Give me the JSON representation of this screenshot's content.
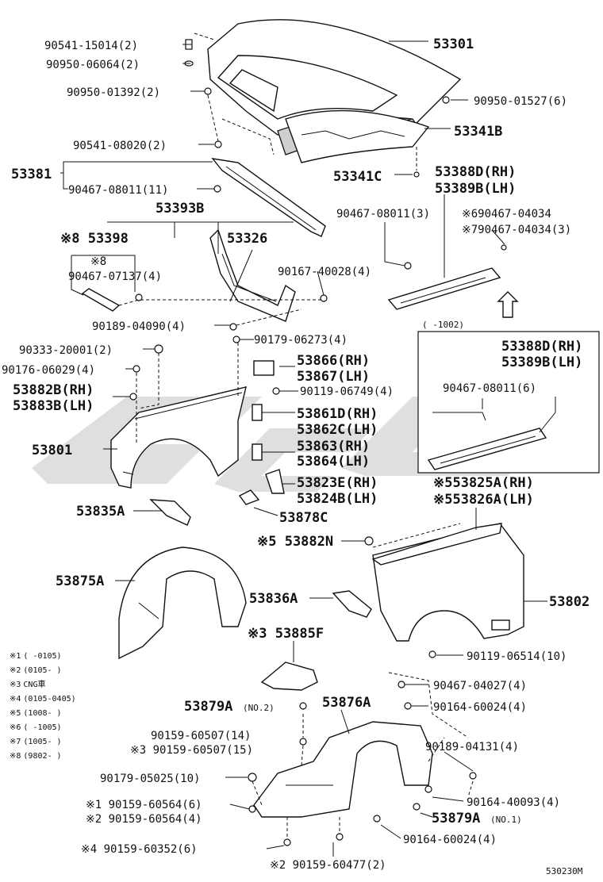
{
  "diagram": {
    "figure_code": "530230M",
    "callouts": [
      {
        "id": "c01",
        "text": "90541-15014(2)"
      },
      {
        "id": "c02",
        "text": "90950-06064(2)"
      },
      {
        "id": "c03",
        "text": "90950-01392(2)"
      },
      {
        "id": "c04",
        "text": "53301"
      },
      {
        "id": "c05",
        "text": "90950-01527(6)"
      },
      {
        "id": "c06",
        "text": "53341B"
      },
      {
        "id": "c07",
        "text": "90541-08020(2)"
      },
      {
        "id": "c08",
        "text": "53381"
      },
      {
        "id": "c09",
        "text": "90467-08011(11)"
      },
      {
        "id": "c10",
        "text": "53341C"
      },
      {
        "id": "c11",
        "text": "53388D(RH)"
      },
      {
        "id": "c12",
        "text": "53389B(LH)"
      },
      {
        "id": "c13",
        "text": "53393B"
      },
      {
        "id": "c14",
        "text": "90467-08011(3)"
      },
      {
        "id": "c15",
        "text": "※690467-04034"
      },
      {
        "id": "c16",
        "text": "※790467-04034(3)"
      },
      {
        "id": "c17",
        "text": "※8 53398"
      },
      {
        "id": "c18",
        "text": "53326"
      },
      {
        "id": "c19",
        "text": "※8"
      },
      {
        "id": "c20",
        "text": "90467-07137(4)"
      },
      {
        "id": "c21",
        "text": "90167-40028(4)"
      },
      {
        "id": "c22",
        "text": "90189-04090(4)"
      },
      {
        "id": "c23",
        "text": "90179-06273(4)"
      },
      {
        "id": "c24",
        "text": "90333-20001(2)"
      },
      {
        "id": "c25",
        "text": "90176-06029(4)"
      },
      {
        "id": "c26",
        "text": "53866(RH)"
      },
      {
        "id": "c27",
        "text": "53867(LH)"
      },
      {
        "id": "c28",
        "text": "53882B(RH)"
      },
      {
        "id": "c29",
        "text": "53883B(LH)"
      },
      {
        "id": "c30",
        "text": "90119-06749(4)"
      },
      {
        "id": "c31",
        "text": "53861D(RH)"
      },
      {
        "id": "c32",
        "text": "53862C(LH)"
      },
      {
        "id": "c33",
        "text": "53801"
      },
      {
        "id": "c34",
        "text": "53863(RH)"
      },
      {
        "id": "c35",
        "text": "53864(LH)"
      },
      {
        "id": "c36",
        "text": "53823E(RH)"
      },
      {
        "id": "c37",
        "text": "53824B(LH)"
      },
      {
        "id": "c38",
        "text": "53835A"
      },
      {
        "id": "c39",
        "text": "53878C"
      },
      {
        "id": "c40",
        "text": "※553825A(RH)"
      },
      {
        "id": "c41",
        "text": "※553826A(LH)"
      },
      {
        "id": "c42",
        "text": "※5 53882N"
      },
      {
        "id": "c43",
        "text": "53875A"
      },
      {
        "id": "c44",
        "text": "53836A"
      },
      {
        "id": "c45",
        "text": "53802"
      },
      {
        "id": "c46",
        "text": "※3 53885F"
      },
      {
        "id": "c47",
        "text": "90119-06514(10)"
      },
      {
        "id": "c48",
        "text": "90467-04027(4)"
      },
      {
        "id": "c49",
        "text": "53879A"
      },
      {
        "id": "c50",
        "text": "90164-60024(4)"
      },
      {
        "id": "c51",
        "text": "53876A"
      },
      {
        "id": "c52",
        "text": "90159-60507(14)"
      },
      {
        "id": "c53",
        "text": "※3 90159-60507(15)"
      },
      {
        "id": "c54",
        "text": "90189-04131(4)"
      },
      {
        "id": "c55",
        "text": "90179-05025(10)"
      },
      {
        "id": "c56",
        "text": "90164-40093(4)"
      },
      {
        "id": "c57",
        "text": "※1 90159-60564(6)"
      },
      {
        "id": "c58",
        "text": "※2 90159-60564(4)"
      },
      {
        "id": "c59",
        "text": "53879A"
      },
      {
        "id": "c60",
        "text": "90164-60024(4)"
      },
      {
        "id": "c61",
        "text": "※4 90159-60352(6)"
      },
      {
        "id": "c62",
        "text": "※2 90159-60477(2)"
      }
    ],
    "sub_labels": {
      "no2": "(NO.2)",
      "no1": "(NO.1)"
    },
    "inset": {
      "range": "(    -1002)",
      "line1": "53388D(RH)",
      "line2": "53389B(LH)",
      "bolt": "90467-08011(6)"
    },
    "legend": [
      {
        "mark": "※1",
        "text": "(    -0105)"
      },
      {
        "mark": "※2",
        "text": "(0105-    )"
      },
      {
        "mark": "※3",
        "text": "CNG車"
      },
      {
        "mark": "※4",
        "text": "(0105-0405)"
      },
      {
        "mark": "※5",
        "text": "(1008-    )"
      },
      {
        "mark": "※6",
        "text": "(    -1005)"
      },
      {
        "mark": "※7",
        "text": "(1005-    )"
      },
      {
        "mark": "※8",
        "text": "(9802-    )"
      }
    ]
  }
}
